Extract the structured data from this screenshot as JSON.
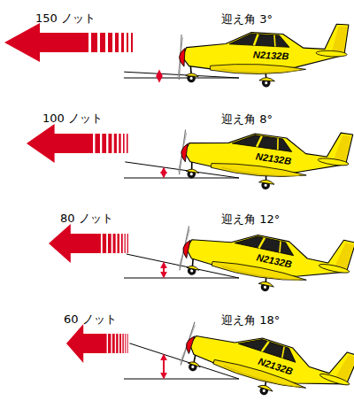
{
  "diagram": {
    "labels": [
      "150 ノット",
      "迎え角 3°",
      "N2132B",
      "100 ノット",
      "迎え角 8°",
      "N2132B",
      "80 ノット",
      "迎え角 12°",
      "N2132B",
      "60 ノット",
      "迎え角 18°",
      "N2132B"
    ]
  }
}
